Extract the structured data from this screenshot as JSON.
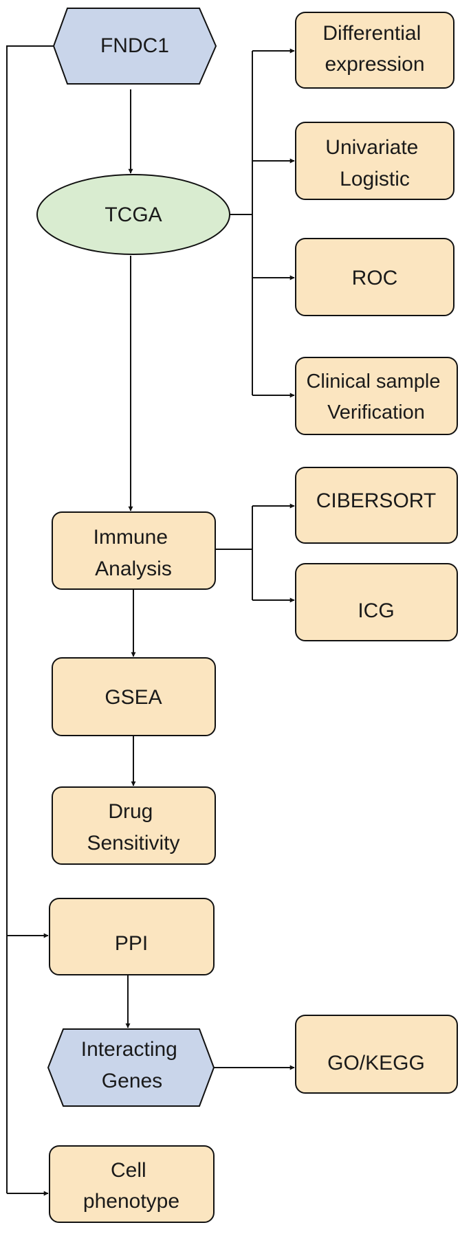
{
  "colors": {
    "box_fill": "#fbe5c0",
    "hex_fill": "#c9d5ea",
    "ellipse_fill": "#d9ecd0",
    "stroke": "#111111"
  },
  "nodes": {
    "fndc1": {
      "label": "FNDC1",
      "shape": "hexagon"
    },
    "tcga": {
      "label": "TCGA",
      "shape": "ellipse"
    },
    "differential_expression": {
      "lines": [
        "Differential",
        "expression"
      ],
      "shape": "rounded-box"
    },
    "univariate_logistic": {
      "lines": [
        "Univariate",
        "Logistic"
      ],
      "shape": "rounded-box"
    },
    "roc": {
      "label": "ROC",
      "shape": "rounded-box"
    },
    "clinical_sample_verification": {
      "lines": [
        "Clinical sample",
        "Verification"
      ],
      "shape": "rounded-box"
    },
    "immune_analysis": {
      "lines": [
        "Immune",
        "Analysis"
      ],
      "shape": "rounded-box"
    },
    "cibersort": {
      "label": "CIBERSORT",
      "shape": "rounded-box"
    },
    "icg": {
      "label": "ICG",
      "shape": "rounded-box"
    },
    "gsea": {
      "label": "GSEA",
      "shape": "rounded-box"
    },
    "drug_sensitivity": {
      "lines": [
        "Drug",
        "Sensitivity"
      ],
      "shape": "rounded-box"
    },
    "ppi": {
      "label": "PPI",
      "shape": "rounded-box"
    },
    "interacting_genes": {
      "lines": [
        "Interacting",
        "Genes"
      ],
      "shape": "hexagon"
    },
    "go_kegg": {
      "label": "GO/KEGG",
      "shape": "rounded-box"
    },
    "cell_phenotype": {
      "lines": [
        "Cell",
        "phenotype"
      ],
      "shape": "rounded-box"
    }
  },
  "edges": [
    [
      "fndc1",
      "tcga"
    ],
    [
      "tcga",
      "differential_expression"
    ],
    [
      "tcga",
      "univariate_logistic"
    ],
    [
      "tcga",
      "roc"
    ],
    [
      "tcga",
      "clinical_sample_verification"
    ],
    [
      "tcga",
      "immune_analysis"
    ],
    [
      "immune_analysis",
      "cibersort"
    ],
    [
      "immune_analysis",
      "icg"
    ],
    [
      "immune_analysis",
      "gsea"
    ],
    [
      "gsea",
      "drug_sensitivity"
    ],
    [
      "fndc1",
      "ppi"
    ],
    [
      "ppi",
      "interacting_genes"
    ],
    [
      "interacting_genes",
      "go_kegg"
    ],
    [
      "fndc1",
      "cell_phenotype"
    ]
  ]
}
